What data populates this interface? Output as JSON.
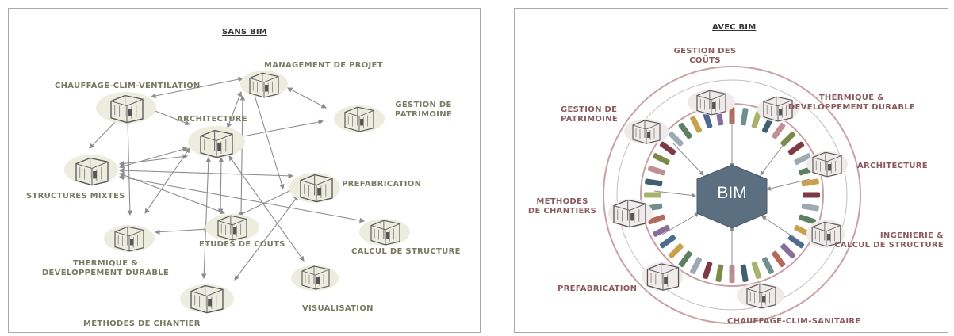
{
  "left": {
    "title": "SANS BIM",
    "labels": {
      "chauffage": "CHAUFFAGE-CLIM-VENTILATION",
      "management": "MANAGEMENT DE PROJET",
      "gestion_l1": "GESTION DE",
      "gestion_l2": "PATRIMOINE",
      "architecture": "ARCHITECTURE",
      "structures": "STRUCTURES MIXTES",
      "prefabrication": "PREFABRICATION",
      "etudes": "ETUDES DE COUTS",
      "calcul": "CALCUL DE STRUCTURE",
      "thermique_l1": "THERMIQUE &",
      "thermique_l2": "DEVELOPPEMENT DURABLE",
      "visualisation": "VISUALISATION",
      "methodes": "METHODES DE CHANTIER"
    }
  },
  "right": {
    "title": "AVEC BIM",
    "center": "BIM",
    "labels": {
      "couts_l1": "GESTION DES",
      "couts_l2": "COÛTS",
      "thermique_l1": "THERMIQUE &",
      "thermique_l2": "DEVELOPPEMENT DURABLE",
      "gestion_l1": "GESTION DE",
      "gestion_l2": "PATRIMOINE",
      "architecture": "ARCHITECTURE",
      "methodes_l1": "METHODES",
      "methodes_l2": "DE CHANTIERS",
      "ingenierie_l1": "INGENIERIE &",
      "ingenierie_l2": "CALCUL DE STRUCTURE",
      "prefabrication": "PREFABRICATION",
      "chauffage": "CHAUFFAGE-CLIM-SANITAIRE"
    }
  },
  "colors": {
    "label_left": "#7a7a62",
    "label_right": "#8a5a5e",
    "arrow": "#8c8c8c",
    "ring": "#c9a0a4",
    "hexagon": "#5b6f80"
  },
  "icons": {
    "node": "building-sketch-icon"
  }
}
